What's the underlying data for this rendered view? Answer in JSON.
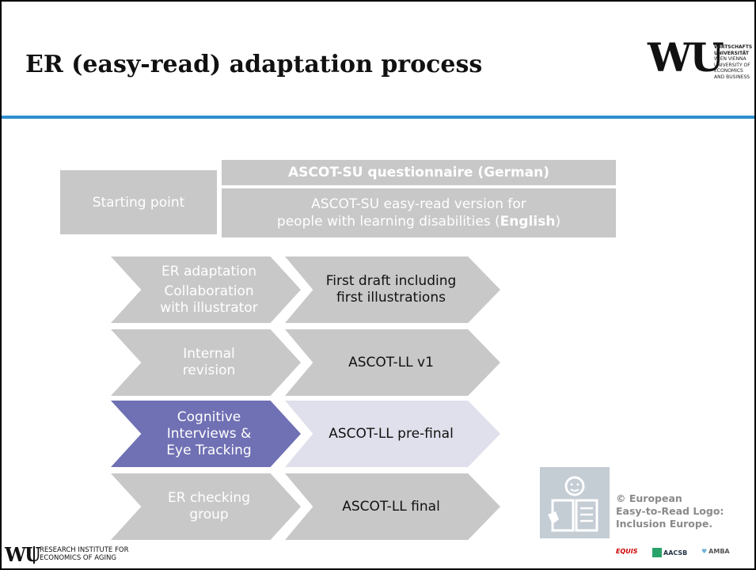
{
  "title": "ER (easy-read) adaptation process",
  "wu_logo": {
    "mark": "WU",
    "lines": [
      "WIRTSCHAFTS",
      "UNIVERSITÄT",
      "WIEN VIENNA",
      "UNIVERSITY OF",
      "ECONOMICS",
      "AND BUSINESS"
    ]
  },
  "starting_point": "Starting point",
  "questionnaire_german": "ASCOT-SU questionnaire (German)",
  "easy_read_version": {
    "line1": "ASCOT-SU easy-read version for",
    "line2_prefix": "people with learning disabilities (",
    "line2_bold": "English",
    "line2_suffix": ")"
  },
  "steps": [
    {
      "left": [
        "ER adaptation",
        "Collaboration with illustrator"
      ],
      "right": "First draft including first illustrations",
      "highlight": false
    },
    {
      "left": [
        "Internal revision"
      ],
      "right": "ASCOT-LL v1",
      "highlight": false
    },
    {
      "left": [
        "Cognitive Interviews & Eye Tracking"
      ],
      "right": "ASCOT-LL pre-final",
      "highlight": true
    },
    {
      "left": [
        "ER checking group"
      ],
      "right": "ASCOT-LL final",
      "highlight": false
    }
  ],
  "copyright": [
    "© European",
    "Easy-to-Read Logo:",
    "Inclusion Europe."
  ],
  "footer": {
    "logo": "WU",
    "line1": "RESEARCH INSTITUTE FOR",
    "line2": "ECONOMICS OF AGING"
  },
  "accreditations": [
    "EQUIS",
    "AACSB",
    "AMBA"
  ],
  "colors": {
    "accent_line": "#2f8ecf",
    "box_gray": "#c8c8c8",
    "highlight_purple": "#7070b4",
    "highlight_light": "#e0e0ec"
  }
}
